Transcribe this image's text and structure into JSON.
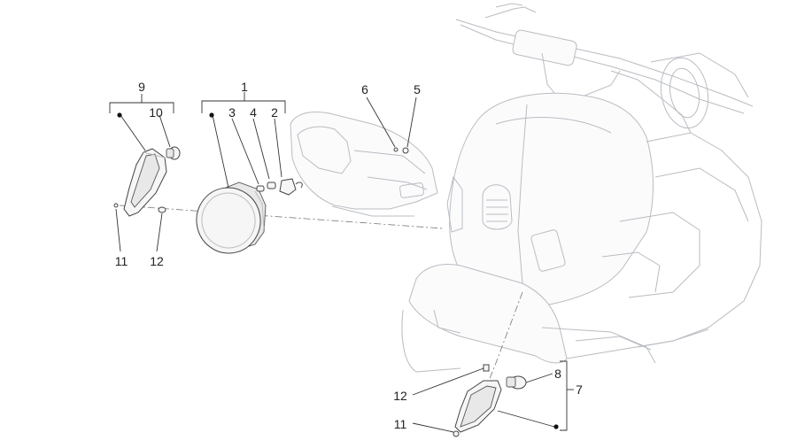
{
  "diagram": {
    "callouts": {
      "c1": "1",
      "c2": "2",
      "c3": "3",
      "c4": "4",
      "c5": "5",
      "c6": "6",
      "c7": "7",
      "c8": "8",
      "c9": "9",
      "c10": "10",
      "c11a": "11",
      "c11b": "11",
      "c12a": "12",
      "c12b": "12"
    }
  }
}
